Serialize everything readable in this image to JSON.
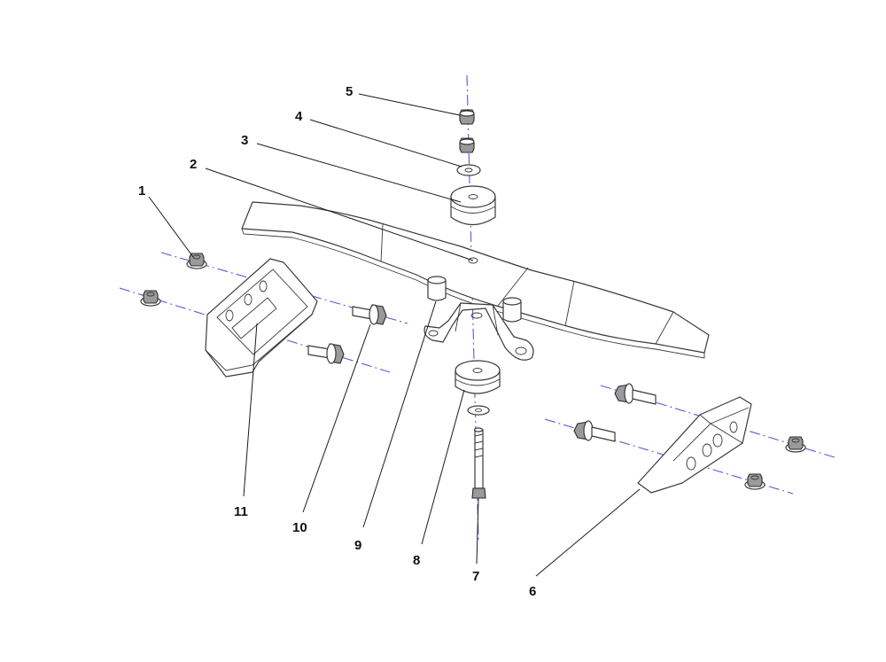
{
  "callouts": [
    {
      "id": "1",
      "label": "1"
    },
    {
      "id": "2",
      "label": "2"
    },
    {
      "id": "3",
      "label": "3"
    },
    {
      "id": "4",
      "label": "4"
    },
    {
      "id": "5",
      "label": "5"
    },
    {
      "id": "6",
      "label": "6"
    },
    {
      "id": "7",
      "label": "7"
    },
    {
      "id": "8",
      "label": "8"
    },
    {
      "id": "9",
      "label": "9"
    },
    {
      "id": "10",
      "label": "10"
    },
    {
      "id": "11",
      "label": "11"
    }
  ],
  "colors": {
    "centerline": "#5a5ad6",
    "line": "#3a3a3a",
    "background": "#ffffff"
  }
}
